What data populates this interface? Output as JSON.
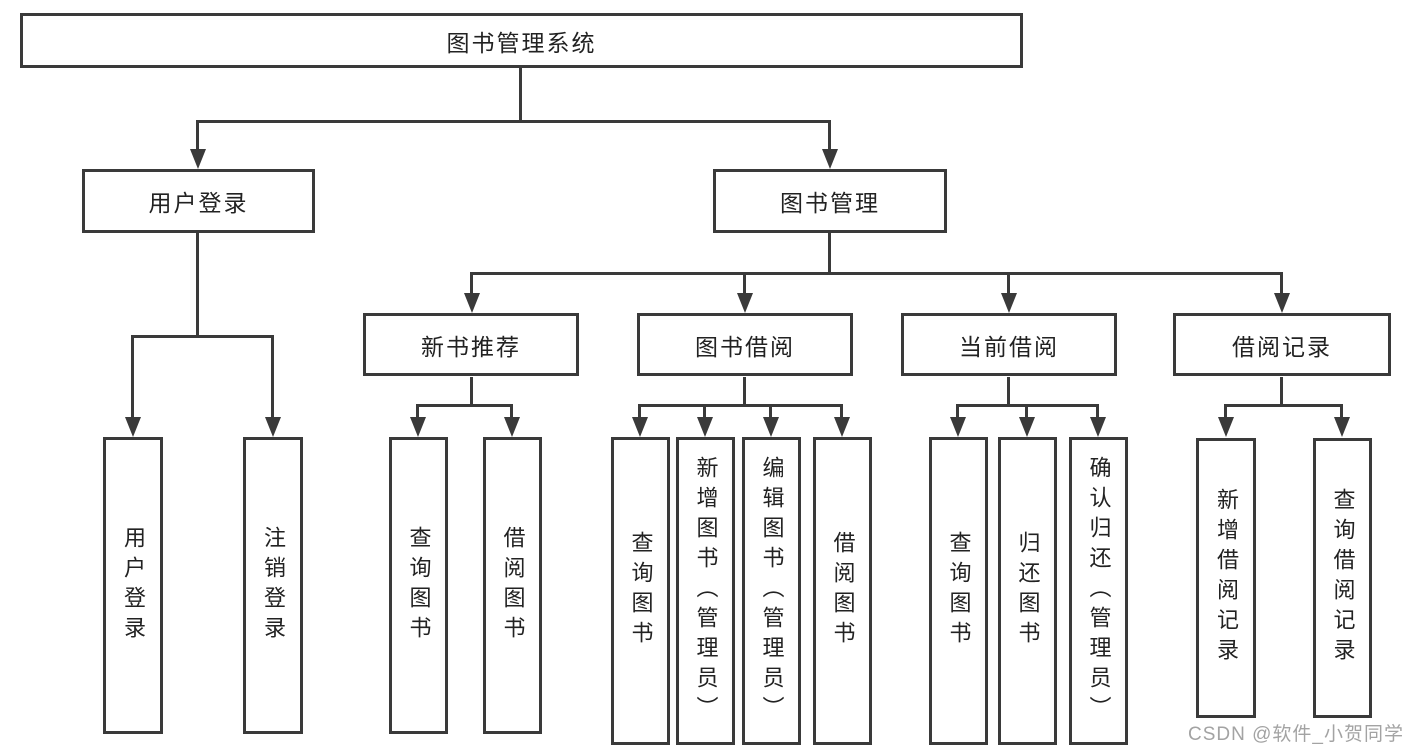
{
  "diagram": {
    "root": {
      "label": "图书管理系统"
    },
    "level2": [
      {
        "label": "用户登录"
      },
      {
        "label": "图书管理"
      }
    ],
    "level3": [
      {
        "label": "新书推荐"
      },
      {
        "label": "图书借阅"
      },
      {
        "label": "当前借阅"
      },
      {
        "label": "借阅记录"
      }
    ],
    "leaves": [
      {
        "label": "用户登录"
      },
      {
        "label": "注销登录"
      },
      {
        "label": "查询图书"
      },
      {
        "label": "借阅图书"
      },
      {
        "label": "查询图书"
      },
      {
        "label": "新增图书（管理员）"
      },
      {
        "label": "编辑图书（管理员）"
      },
      {
        "label": "借阅图书"
      },
      {
        "label": "查询图书"
      },
      {
        "label": "归还图书"
      },
      {
        "label": "确认归还（管理员）"
      },
      {
        "label": "新增借阅记录"
      },
      {
        "label": "查询借阅记录"
      }
    ]
  },
  "watermark": {
    "text": "CSDN @软件_小贺同学"
  },
  "colors": {
    "line": "#3a3a3a",
    "text": "#222222",
    "background": "#ffffff",
    "watermark": "#a3a3a3"
  }
}
